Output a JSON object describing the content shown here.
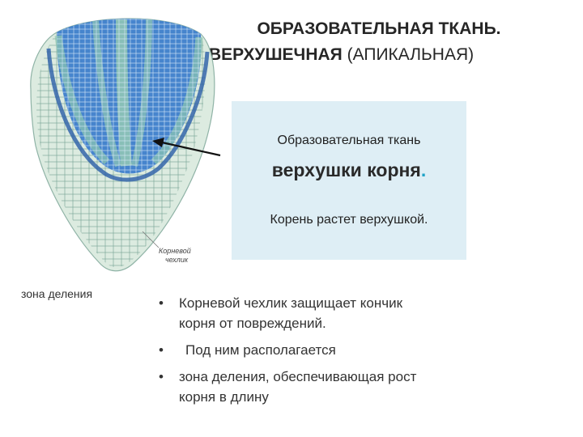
{
  "title": {
    "line1": "ОБРАЗОВАТЕЛЬНАЯ ТКАНЬ.",
    "line2_main": "ВЕРХУШЕЧНАЯ",
    "line2_paren": "(АПИКАЛЬНАЯ)"
  },
  "info_box": {
    "line1": "Образовательная ткань",
    "line2": "верхушки корня",
    "line2_dot": ".",
    "line3": "Корень растет верхушкой."
  },
  "diagram": {
    "root_cap_label_line1": "Корневой",
    "root_cap_label_line2": "чехлик",
    "zone_label": "зона деления",
    "colors": {
      "blue": "#2f6fc0",
      "green": "#9fcfa6",
      "light_blue": "#7fb0df"
    }
  },
  "bullets": [
    {
      "marker": "•",
      "text_line1": "Корневой чехлик защищает кончик",
      "text_line2": "корня от повреждений."
    },
    {
      "marker": "•",
      "text_line1": "Под ним располагается"
    },
    {
      "marker": "•",
      "text_line1": "зона деления, обеспечивающая рост",
      "text_line2": "корня в длину"
    }
  ]
}
